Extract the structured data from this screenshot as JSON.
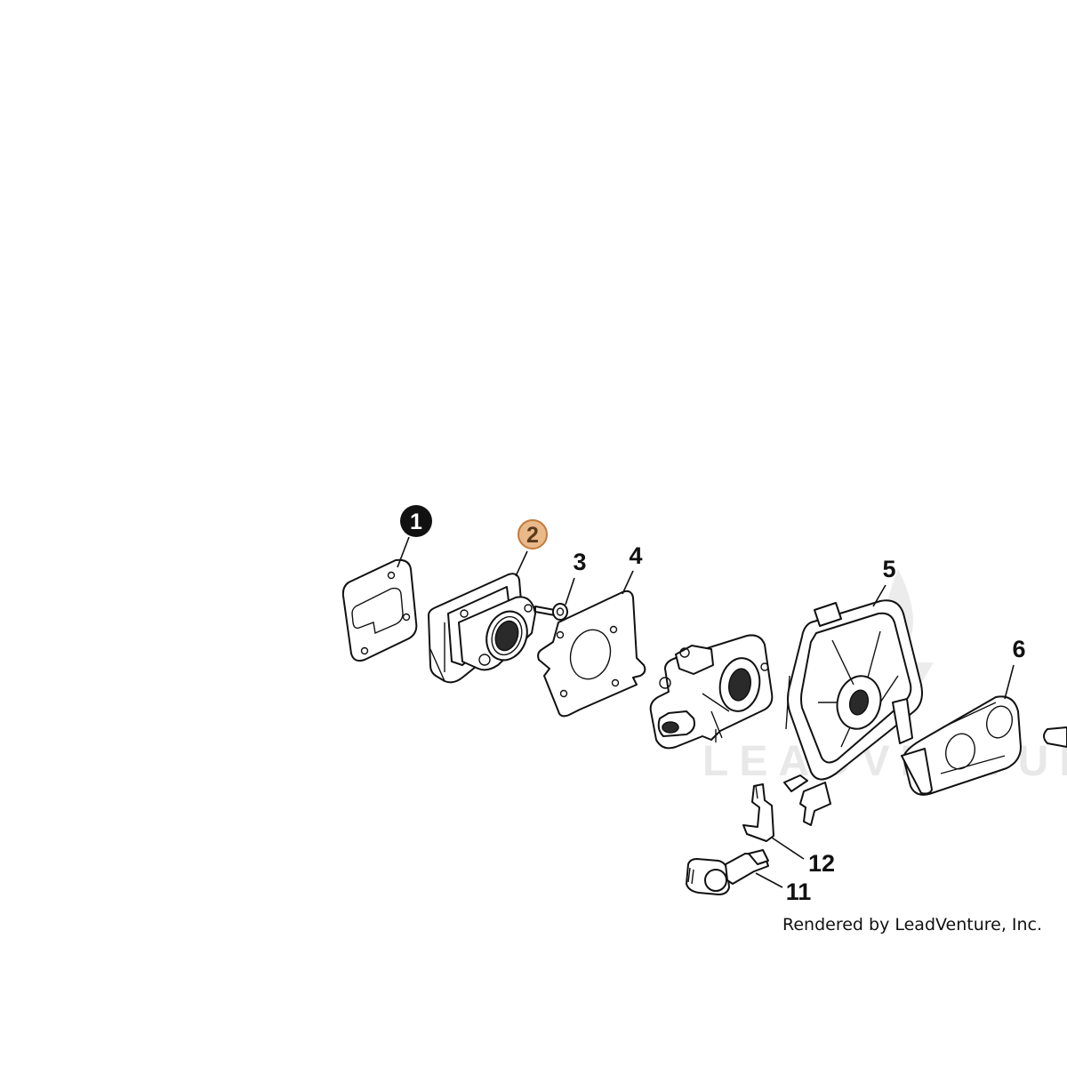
{
  "callouts": [
    {
      "id": "1",
      "label": "1",
      "style": "filled-black"
    },
    {
      "id": "2",
      "label": "2",
      "style": "highlighted"
    },
    {
      "id": "3",
      "label": "3",
      "style": "plain"
    },
    {
      "id": "4",
      "label": "4",
      "style": "plain"
    },
    {
      "id": "5",
      "label": "5",
      "style": "plain"
    },
    {
      "id": "6",
      "label": "6",
      "style": "plain"
    },
    {
      "id": "11",
      "label": "11",
      "style": "plain"
    },
    {
      "id": "12",
      "label": "12",
      "style": "plain"
    }
  ],
  "credit": "Rendered by LeadVenture, Inc.",
  "watermark": "LEADVENTURE",
  "colors": {
    "highlight_fill": "#e9b98a",
    "highlight_stroke": "#c47a3a",
    "filled_callout": "#111111",
    "line": "#111111"
  }
}
